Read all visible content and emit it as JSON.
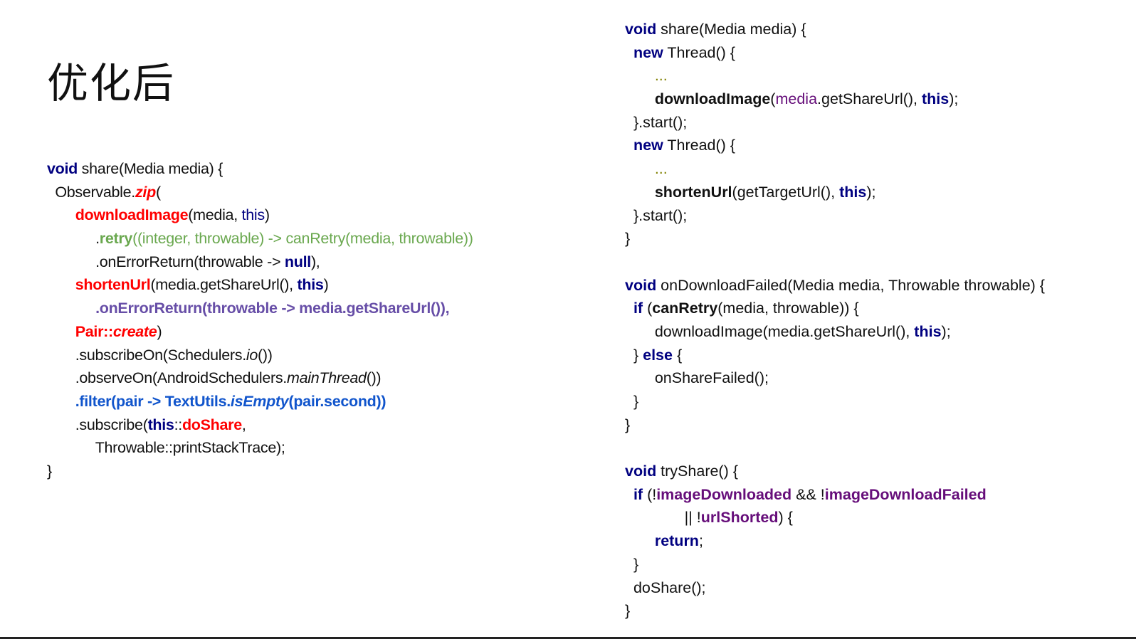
{
  "title": "优化后",
  "left_code": [
    [
      [
        "void",
        "kw"
      ],
      [
        " share(Media media) {",
        ""
      ]
    ],
    [
      [
        "  Observable.",
        ""
      ],
      [
        "zip",
        "fn-red-it"
      ],
      [
        "(",
        ""
      ]
    ],
    [
      [
        "       ",
        ""
      ],
      [
        "downloadImage",
        "fn-red"
      ],
      [
        "(media, ",
        ""
      ],
      [
        "this",
        "kw-plain"
      ],
      [
        ")",
        ""
      ]
    ],
    [
      [
        "            .",
        ""
      ],
      [
        "retry",
        "green-b"
      ],
      [
        "((integer, throwable) -> canRetry(media, throwable))",
        "green"
      ]
    ],
    [
      [
        "            .onErrorReturn(throwable -> ",
        ""
      ],
      [
        "null",
        "kw"
      ],
      [
        "),",
        ""
      ]
    ],
    [
      [
        "       ",
        ""
      ],
      [
        "shortenUrl",
        "fn-red"
      ],
      [
        "(media.getShareUrl(), ",
        ""
      ],
      [
        "this",
        "kw"
      ],
      [
        ")",
        ""
      ]
    ],
    [
      [
        "            ",
        ""
      ],
      [
        ".onErrorReturn(throwable -> media.getShareUrl()),",
        "purple-b"
      ]
    ],
    [
      [
        "       ",
        ""
      ],
      [
        "Pair::",
        "fn-red"
      ],
      [
        "create",
        "fn-red-it"
      ],
      [
        ")",
        ""
      ]
    ],
    [
      [
        "       .subscribeOn(Schedulers.",
        ""
      ],
      [
        "io",
        "it"
      ],
      [
        "())",
        ""
      ]
    ],
    [
      [
        "       .observeOn(AndroidSchedulers.",
        ""
      ],
      [
        "mainThread",
        "it"
      ],
      [
        "())",
        ""
      ]
    ],
    [
      [
        "       ",
        ""
      ],
      [
        ".filter(pair -> TextUtils.",
        "blue-b"
      ],
      [
        "isEmpty",
        "blue-bi"
      ],
      [
        "(pair.second))",
        "blue-b"
      ]
    ],
    [
      [
        "       .subscribe(",
        ""
      ],
      [
        "this",
        "kw"
      ],
      [
        "::",
        ""
      ],
      [
        "doShare",
        "fn-red"
      ],
      [
        ",",
        ""
      ]
    ],
    [
      [
        "            Throwable::printStackTrace);",
        ""
      ]
    ],
    [
      [
        "}",
        ""
      ]
    ]
  ],
  "right_code": [
    [
      [
        "void",
        "kw"
      ],
      [
        " share(Media media) {",
        ""
      ]
    ],
    [
      [
        "  ",
        ""
      ],
      [
        "new",
        "kw"
      ],
      [
        " Thread() {",
        ""
      ]
    ],
    [
      [
        "       ",
        ""
      ],
      [
        "...",
        "olive"
      ]
    ],
    [
      [
        "       ",
        ""
      ],
      [
        "downloadImage",
        "bold"
      ],
      [
        "(",
        ""
      ],
      [
        "media",
        "var-purple"
      ],
      [
        ".getShareUrl(), ",
        ""
      ],
      [
        "this",
        "kw"
      ],
      [
        ");",
        ""
      ]
    ],
    [
      [
        "  }.start();",
        ""
      ]
    ],
    [
      [
        "  ",
        ""
      ],
      [
        "new",
        "kw"
      ],
      [
        " Thread() {",
        ""
      ]
    ],
    [
      [
        "       ",
        ""
      ],
      [
        "...",
        "olive"
      ]
    ],
    [
      [
        "       ",
        ""
      ],
      [
        "shortenUrl",
        "bold"
      ],
      [
        "(getTargetUrl(), ",
        ""
      ],
      [
        "this",
        "kw"
      ],
      [
        ");",
        ""
      ]
    ],
    [
      [
        "  }.start();",
        ""
      ]
    ],
    [
      [
        "}",
        ""
      ]
    ],
    [
      [
        "",
        ""
      ]
    ],
    [
      [
        "void",
        "kw"
      ],
      [
        " onDownloadFailed(Media media, Throwable throwable) {",
        ""
      ]
    ],
    [
      [
        "  ",
        ""
      ],
      [
        "if",
        "kw"
      ],
      [
        " (",
        ""
      ],
      [
        "canRetry",
        "bold"
      ],
      [
        "(media, throwable)) {",
        ""
      ]
    ],
    [
      [
        "       downloadImage(media.getShareUrl(), ",
        ""
      ],
      [
        "this",
        "kw"
      ],
      [
        ");",
        ""
      ]
    ],
    [
      [
        "  } ",
        ""
      ],
      [
        "else",
        "kw"
      ],
      [
        " {",
        ""
      ]
    ],
    [
      [
        "       onShareFailed();",
        ""
      ]
    ],
    [
      [
        "  }",
        ""
      ]
    ],
    [
      [
        "}",
        ""
      ]
    ],
    [
      [
        "",
        ""
      ]
    ],
    [
      [
        "void",
        "kw"
      ],
      [
        " tryShare() {",
        ""
      ]
    ],
    [
      [
        "  ",
        ""
      ],
      [
        "if",
        "kw"
      ],
      [
        " (!",
        ""
      ],
      [
        "imageDownloaded",
        "field"
      ],
      [
        " && !",
        ""
      ],
      [
        "imageDownloadFailed",
        "field"
      ]
    ],
    [
      [
        "              || !",
        ""
      ],
      [
        "urlShorted",
        "field"
      ],
      [
        ") {",
        ""
      ]
    ],
    [
      [
        "       ",
        ""
      ],
      [
        "return",
        "kw"
      ],
      [
        ";",
        ""
      ]
    ],
    [
      [
        "  }",
        ""
      ]
    ],
    [
      [
        "  doShare();",
        ""
      ]
    ],
    [
      [
        "}",
        ""
      ]
    ]
  ]
}
